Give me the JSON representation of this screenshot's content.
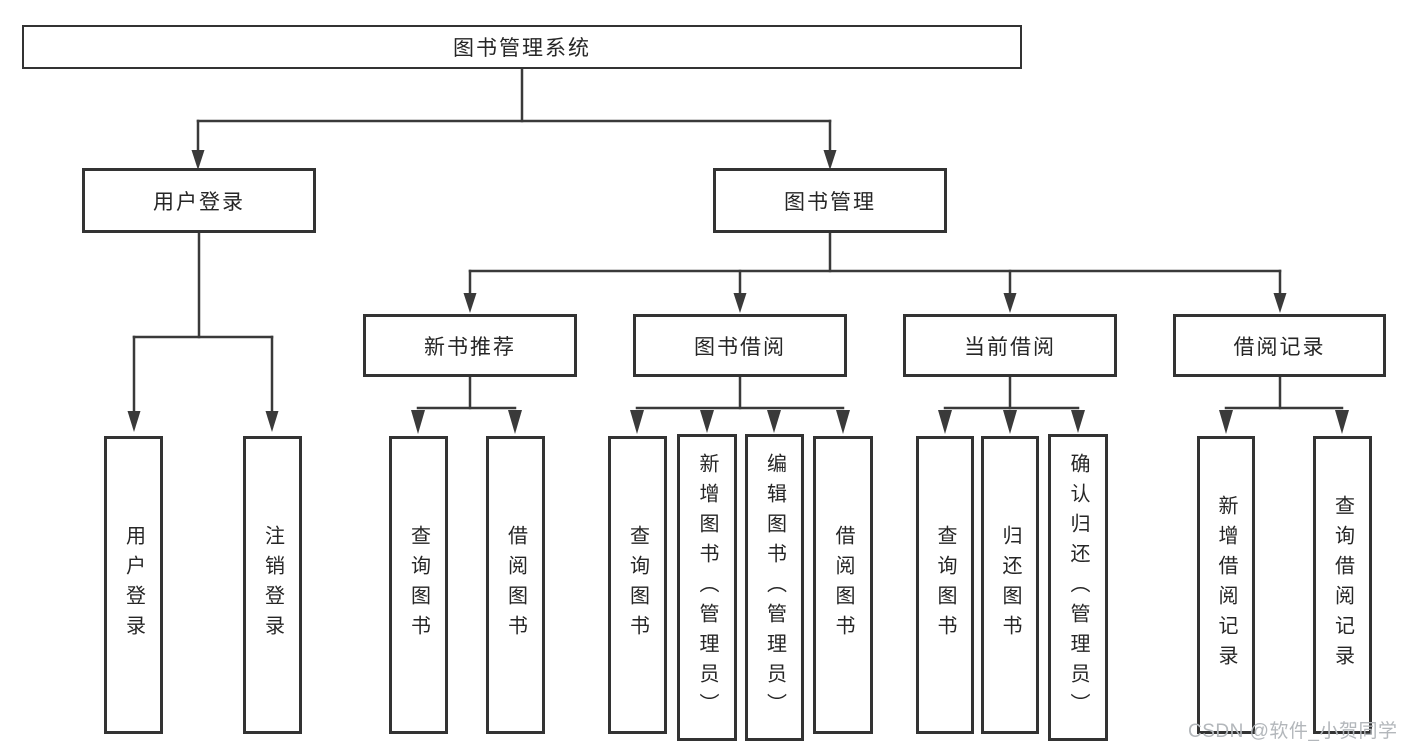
{
  "tree": {
    "root": "图书管理系统",
    "children": [
      {
        "label": "用户登录",
        "children": [
          {
            "label": "用户登录"
          },
          {
            "label": "注销登录"
          }
        ]
      },
      {
        "label": "图书管理",
        "children": [
          {
            "label": "新书推荐",
            "children": [
              {
                "label": "查询图书"
              },
              {
                "label": "借阅图书"
              }
            ]
          },
          {
            "label": "图书借阅",
            "children": [
              {
                "label": "查询图书"
              },
              {
                "label": "新增图书（管理员）"
              },
              {
                "label": "编辑图书（管理员）"
              },
              {
                "label": "借阅图书"
              }
            ]
          },
          {
            "label": "当前借阅",
            "children": [
              {
                "label": "查询图书"
              },
              {
                "label": "归还图书"
              },
              {
                "label": "确认归还（管理员）"
              }
            ]
          },
          {
            "label": "借阅记录",
            "children": [
              {
                "label": "新增借阅记录"
              },
              {
                "label": "查询借阅记录"
              }
            ]
          }
        ]
      }
    ]
  },
  "watermark": {
    "text": "CSDN @软件_小贺同学"
  },
  "colors": {
    "line": "#3a3a3a",
    "box_border": "#333333",
    "text": "#262626",
    "watermark": "#b3b7bb",
    "background": "#ffffff"
  }
}
